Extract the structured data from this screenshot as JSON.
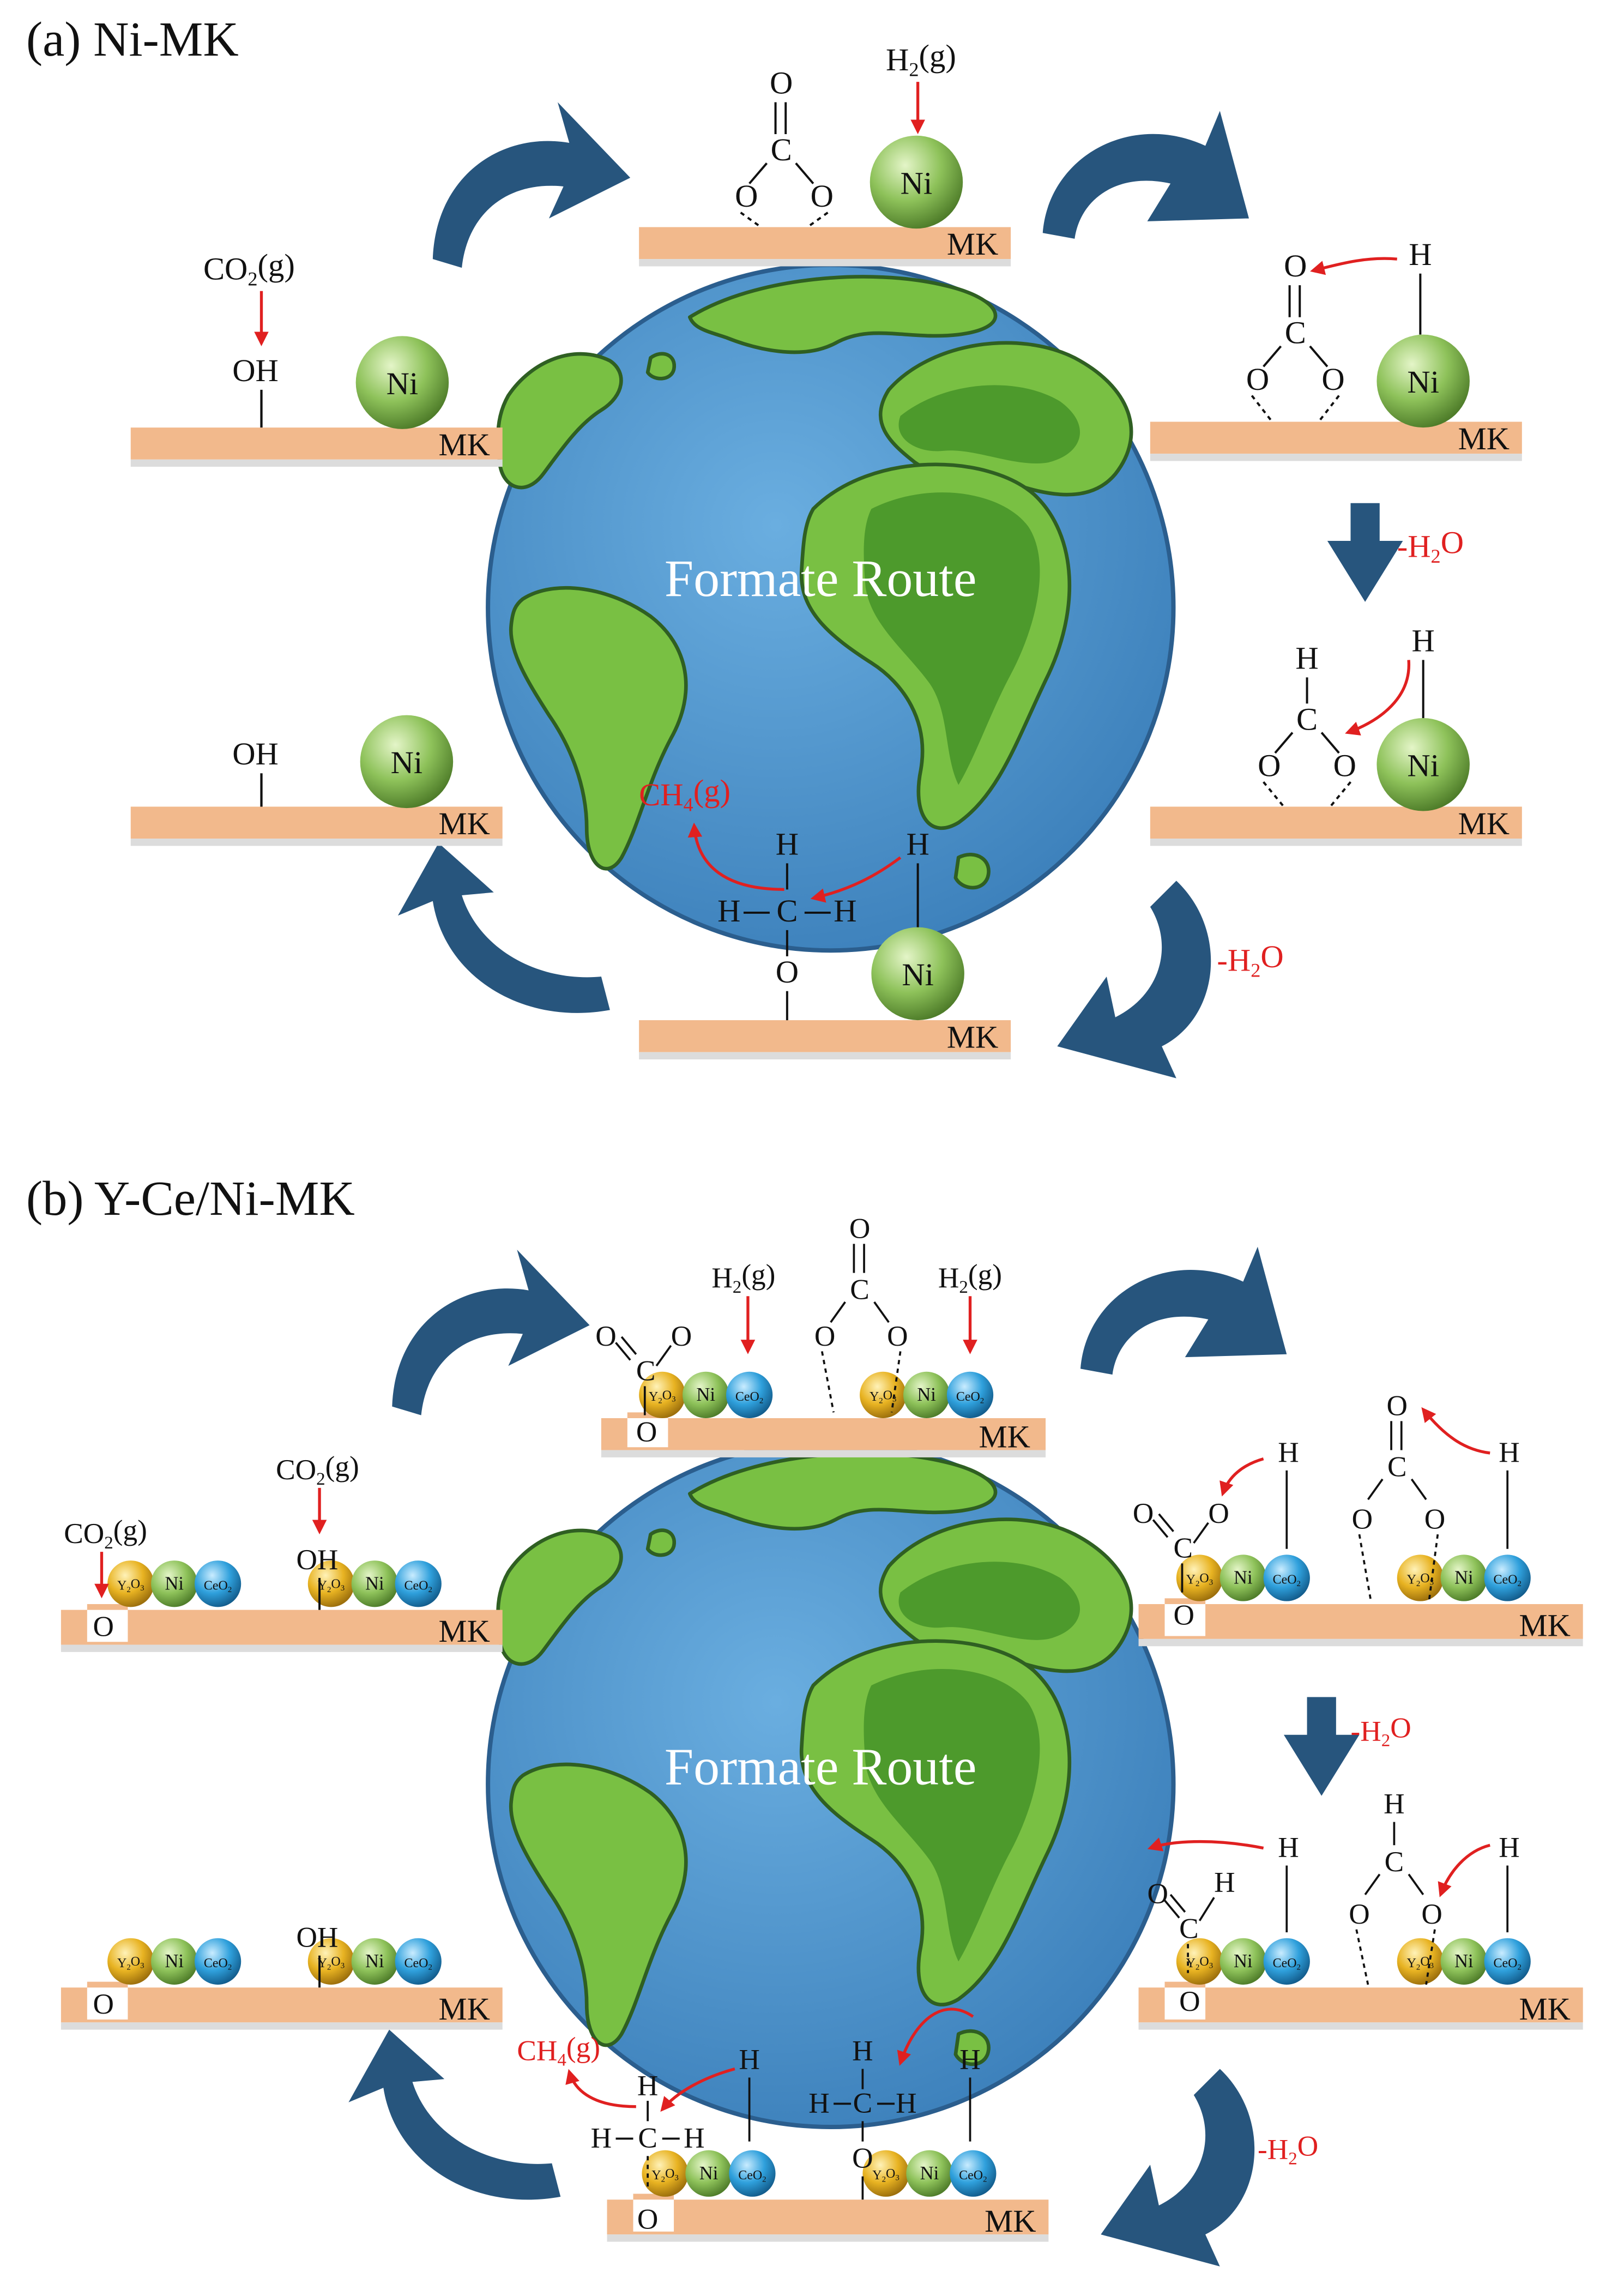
{
  "colors": {
    "substrate": "#f2b98c",
    "substrate_shadow": "#d8d8d8",
    "ocean": "#4a8fc9",
    "ocean_edge": "#2b5e8e",
    "land": "#79c043",
    "land_dark": "#4d9a2c",
    "land_edge": "#2f5f22",
    "cycle_arrow": "#27557d",
    "reaction_red": "#e02020",
    "ni_ball": "#8ec25a",
    "y2o3_ball": "#e8b322",
    "ceo2_ball": "#2fa0dc",
    "ink": "#111111"
  },
  "panels": [
    {
      "title": "(a) Ni-MK",
      "center_text": "Formate  Route",
      "support_label": "MK",
      "ni_label": "Ni",
      "co2_label": "CO2(g)",
      "h2_label": "H2(g)",
      "oh_label": "OH",
      "o_label": "O",
      "c_label": "C",
      "h_label": "H",
      "water_loss": [
        "-H2O",
        "-H2O"
      ],
      "methane_label": "CH4(g)"
    },
    {
      "title": "(b) Y-Ce/Ni-MK",
      "center_text": "Formate  Route",
      "support_label": "MK",
      "ni_label": "Ni",
      "y2o3_label": "Y2O3",
      "ceo2_label": "CeO2",
      "co2_label": "CO2(g)",
      "h2_label": "H2(g)",
      "oh_label": "OH",
      "o_label": "O",
      "c_label": "C",
      "h_label": "H",
      "water_loss": [
        "-H2O",
        "-H2O"
      ],
      "methane_label": "CH4(g)"
    }
  ]
}
